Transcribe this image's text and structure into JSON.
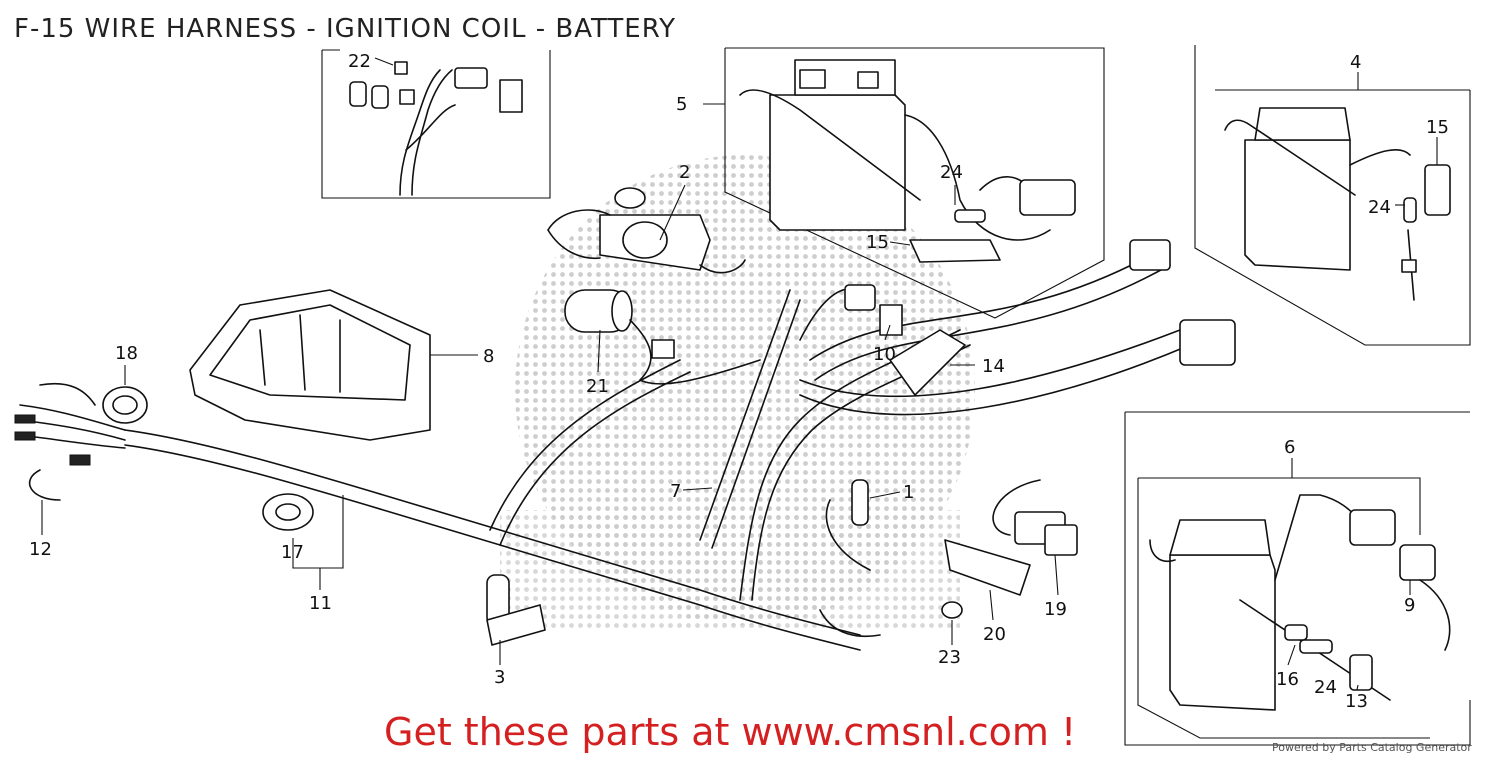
{
  "title": "F-15 WIRE HARNESS - IGNITION COIL - BATTERY",
  "cta": "Get these parts at www.cmsnl.com !",
  "powered_by": "Powered by Parts Catalog Generator",
  "watermark_color": "#cccccc",
  "cta_color": "#d42020",
  "callouts": [
    "1",
    "2",
    "3",
    "4",
    "5",
    "6",
    "7",
    "8",
    "9",
    "10",
    "11",
    "12",
    "13",
    "14",
    "15",
    "15",
    "16",
    "17",
    "18",
    "19",
    "20",
    "21",
    "22",
    "23",
    "24",
    "24",
    "24"
  ]
}
